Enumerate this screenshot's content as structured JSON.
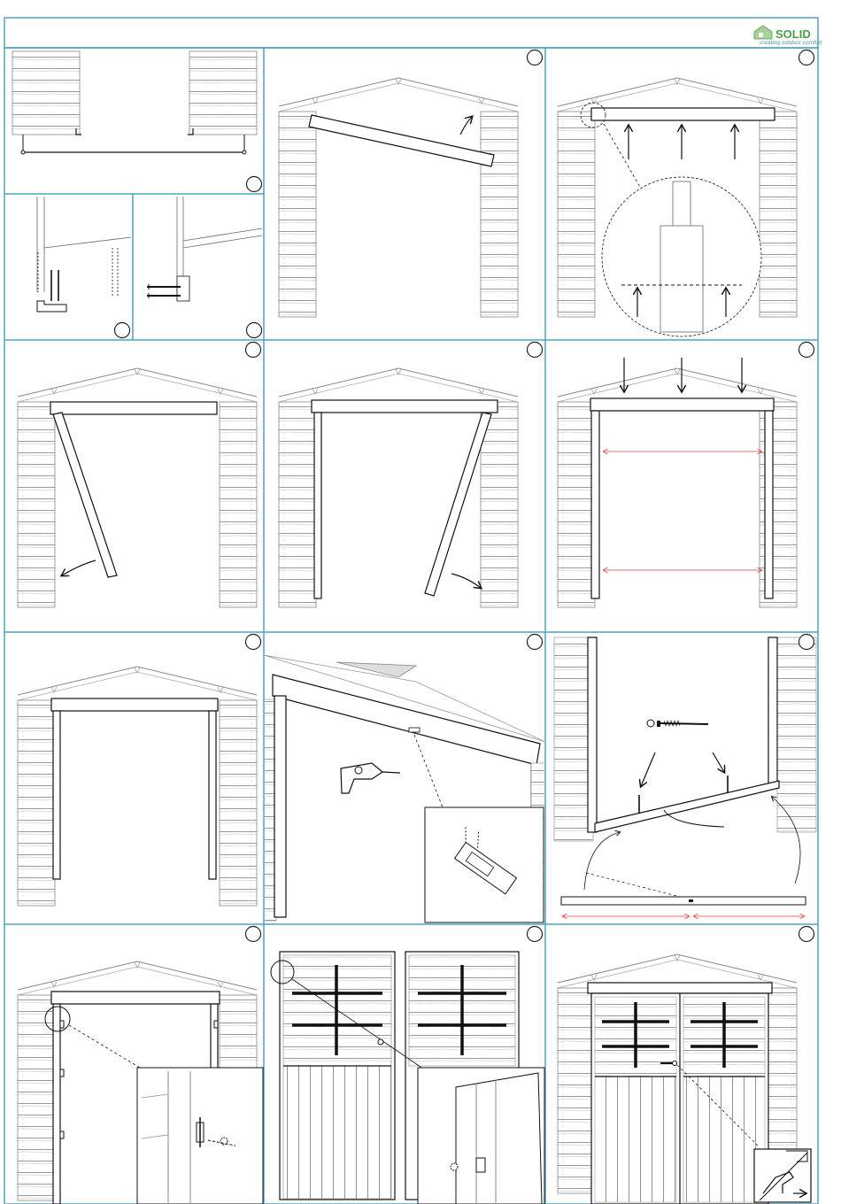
{
  "header": {
    "brand": "SOLID",
    "tagline": "creating outdoor comfort",
    "accent_color": "#4aa3c4",
    "brand_color": "#4a9e46"
  },
  "panels": [
    {
      "id": "p1",
      "label": "",
      "icon": "base-frame-detail"
    },
    {
      "id": "p2",
      "label": "",
      "icon": "lintel-insert"
    },
    {
      "id": "p3",
      "label": "",
      "icon": "lintel-lift-detail"
    },
    {
      "id": "p4a",
      "label": "",
      "icon": "bracket-screw-detail"
    },
    {
      "id": "p4b",
      "label": "",
      "icon": "side-screw-detail"
    },
    {
      "id": "p5",
      "label": "",
      "icon": "left-post-swing"
    },
    {
      "id": "p6",
      "label": "",
      "icon": "right-post-swing"
    },
    {
      "id": "p7",
      "label": "",
      "icon": "frame-align-measure"
    },
    {
      "id": "p8",
      "label": "",
      "icon": "frame-complete"
    },
    {
      "id": "p9",
      "label": "",
      "icon": "drill-bracket-detail"
    },
    {
      "id": "p10",
      "label": "",
      "icon": "threshold-screw"
    },
    {
      "id": "p11",
      "label": "",
      "icon": "hinge-detail"
    },
    {
      "id": "p12",
      "label": "",
      "icon": "door-leaves"
    },
    {
      "id": "p13",
      "label": "",
      "icon": "doors-installed"
    }
  ]
}
